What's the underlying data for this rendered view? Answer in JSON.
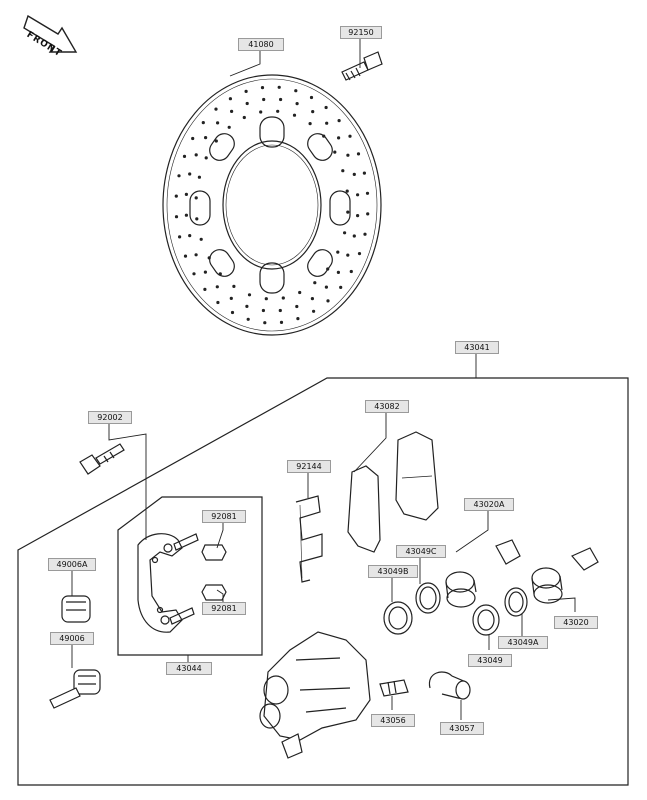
{
  "front_arrow": {
    "label": "FRONT"
  },
  "parts": {
    "disc": "41080",
    "disc_bolt": "92150",
    "caliper_assy": "43041",
    "caliper_bolt": "92002",
    "pad_set": "43082",
    "pad_spring": "92144",
    "bracket_clip_upper": "92081",
    "bracket_clip_lower": "92081",
    "bracket": "43044",
    "boot_a": "49006A",
    "pin": "49006",
    "piston_a": "43020A",
    "seal_c": "43049C",
    "seal_b": "43049B",
    "seal_a": "43049A",
    "seal": "43049",
    "piston": "43020",
    "bleeder_valve": "43056",
    "bleeder_cap": "43057"
  }
}
